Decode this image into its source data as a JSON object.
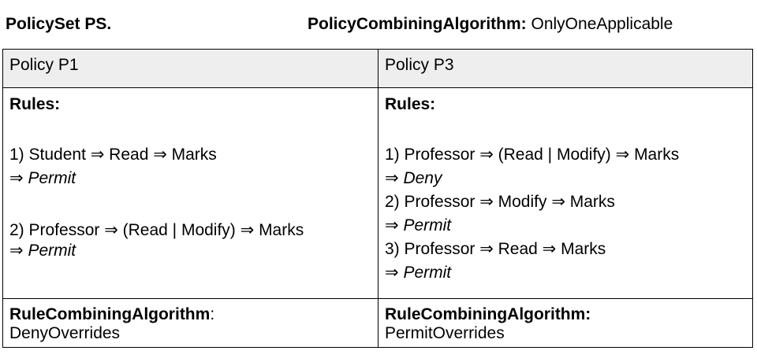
{
  "header": {
    "policyset_label": "PolicySet PS.",
    "pca_label": "PolicyCombiningAlgorithm:",
    "pca_value": "OnlyOneApplicable"
  },
  "arrow": "⇒",
  "policies": [
    {
      "name": "Policy P1",
      "rules_label": "Rules:",
      "rules": [
        {
          "text": "1) Student ⇒ Read ⇒ Marks",
          "effect": "Permit"
        },
        {
          "text": "2) Professor ⇒ (Read | Modify) ⇒ Marks",
          "effect": "Permit"
        }
      ],
      "rca_label": "RuleCombiningAlgorithm",
      "rca_colon": ":",
      "rca_value": "DenyOverrides"
    },
    {
      "name": "Policy P3",
      "rules_label": "Rules:",
      "rules": [
        {
          "text": "1) Professor ⇒ (Read | Modify) ⇒ Marks",
          "effect": "Deny"
        },
        {
          "text": "2) Professor ⇒ Modify ⇒ Marks",
          "effect": "Permit"
        },
        {
          "text": "3) Professor ⇒ Read ⇒ Marks",
          "effect": "Permit"
        }
      ],
      "rca_label": "RuleCombiningAlgorithm:",
      "rca_colon": "",
      "rca_value": "PermitOverrides"
    }
  ]
}
